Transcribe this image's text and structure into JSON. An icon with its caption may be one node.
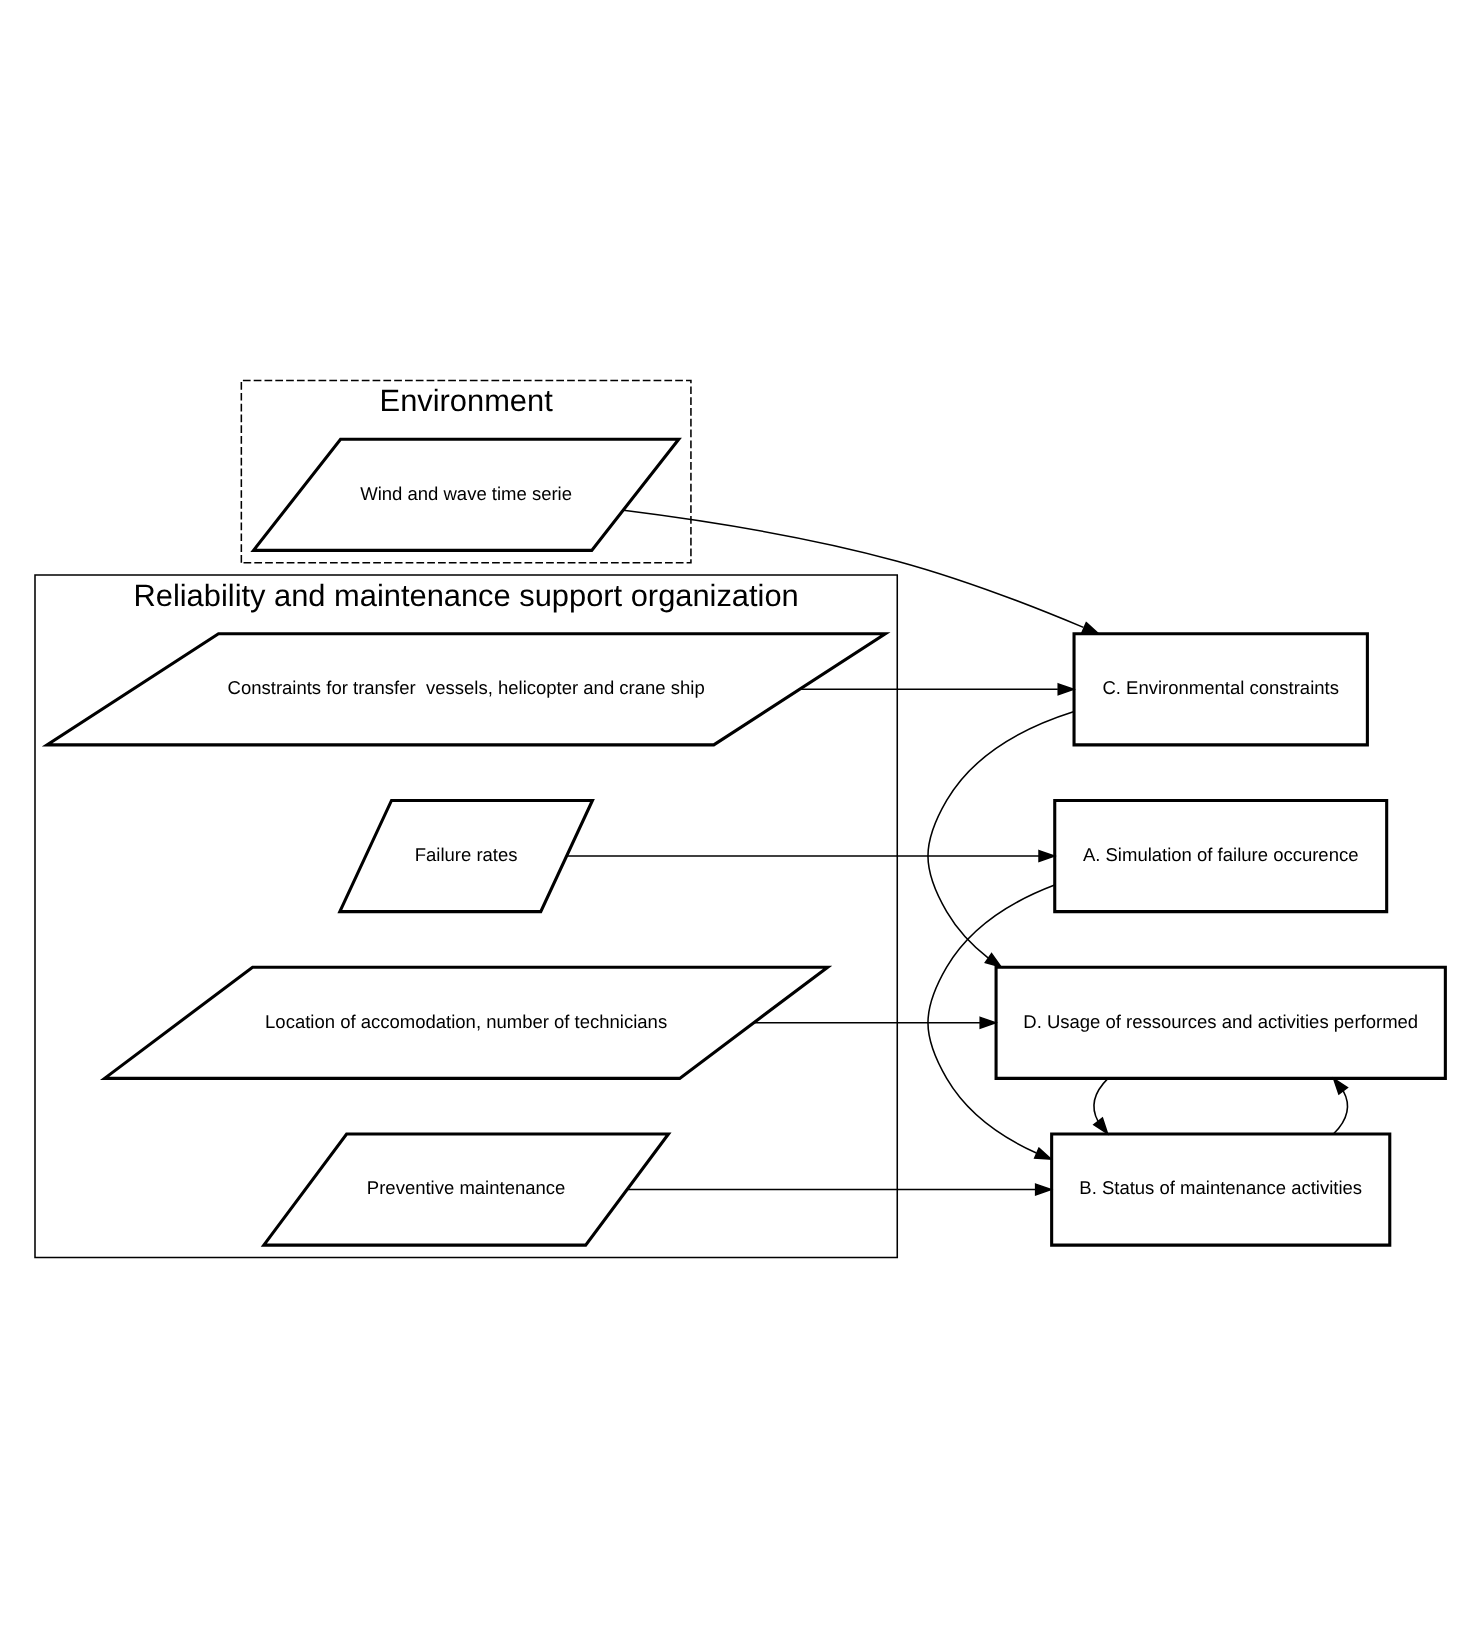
{
  "diagram": {
    "nodes": [
      {
        "text": [
          "Reliability and maintenance support organization"
        ]
      },
      {
        "text": [
          "Failure rates"
        ],
        "in": 0
      },
      {
        "text": [
          "Preventive maintenance"
        ],
        "in": 0
      },
      {
        "text": [
          "Location of accomodation, number of technicians"
        ],
        "in": 0
      },
      {
        "text": [
          "Constraints for transfer  vessels, helicopter and crane ship"
        ],
        "in": 0
      },
      {
        "text": [
          "Environment"
        ]
      },
      {
        "text": [
          "Wind and wave time serie"
        ],
        "in": 5
      },
      {
        "text": [
          "A. Simulation of failure occurence"
        ]
      },
      {
        "text": [
          "B. Status of maintenance activities"
        ]
      },
      {
        "text": [
          "D. Usage of ressources and activities performed"
        ]
      },
      {
        "text": [
          "C. Environmental constraints"
        ]
      }
    ],
    "edges": [
      {
        "from": 1,
        "to": 7,
        "arrow": "to"
      },
      {
        "from": 2,
        "to": 8,
        "arrow": "to"
      },
      {
        "from": 3,
        "to": 9,
        "arrow": "to"
      },
      {
        "from": 4,
        "to": 10,
        "arrow": "to"
      },
      {
        "from": 6,
        "to": 10,
        "arrow": "to"
      },
      {
        "from": 7,
        "to": 8,
        "arrow": "to"
      },
      {
        "from": 8,
        "to": 9,
        "arrow": "to"
      },
      {
        "from": 10,
        "to": 9,
        "arrow": "to"
      },
      {
        "from": 9,
        "to": 8,
        "arrow": "to"
      }
    ]
  }
}
